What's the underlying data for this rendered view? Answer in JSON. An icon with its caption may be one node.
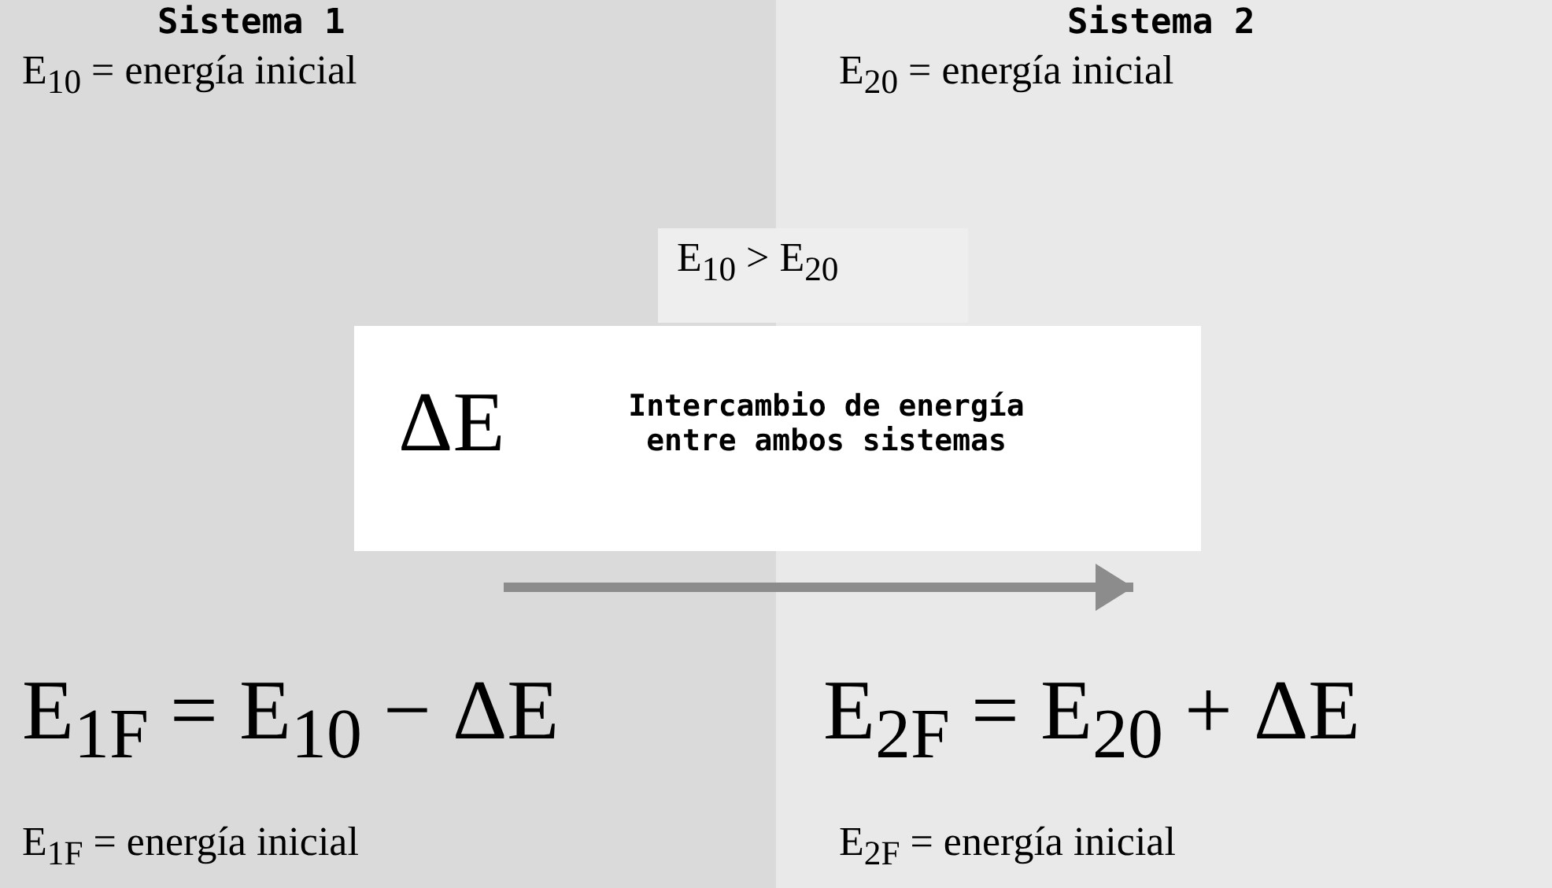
{
  "diagram": {
    "nodes": [
      {
        "text": [
          "Sistema 1",
          "E$_{1}$$_{0}$ = energía inicial"
        ]
      },
      {
        "text": [
          "Sistema 2",
          "E$_{2}$$_{0}$ = energía inicial"
        ]
      },
      {
        "text": [
          "E$_{1}$$_{0}$ > E$_{2}$$_{0}$"
        ]
      },
      {
        "text": [
          "ΔE",
          "Intercambio de energía entre ambos sistemas"
        ]
      }
    ],
    "labels": [
      "E$_{1}$$_{F}$ = E$_{1}$$_{0}$ − ΔE",
      "E$_{2}$$_{F}$ = E$_{2}$$_{0}$ + ΔE",
      "E$_{1}$$_{F}$ = energía inicial",
      "E$_{2}$$_{F}$ = energía inicial"
    ]
  }
}
